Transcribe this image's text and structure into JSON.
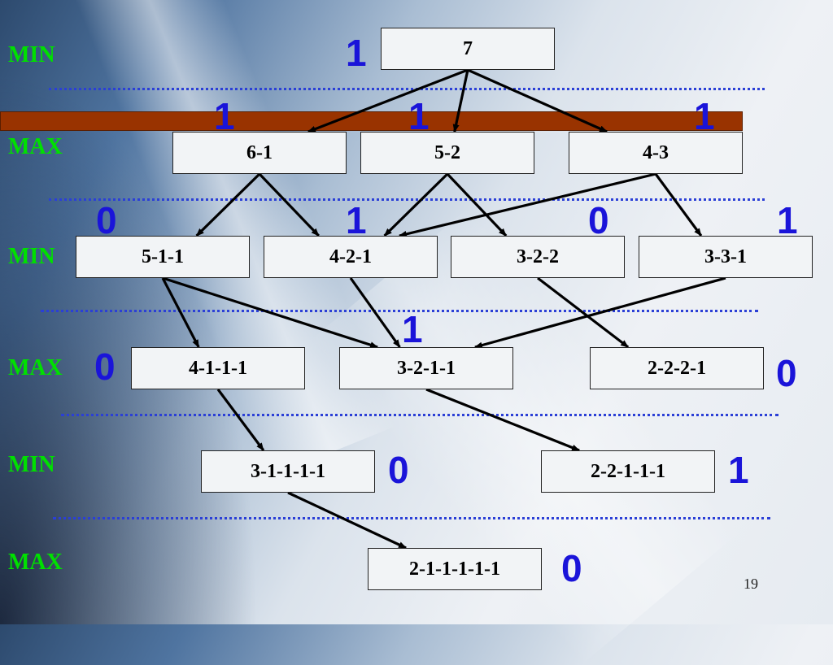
{
  "levels": {
    "l0": "MIN",
    "l1": "MAX",
    "l2": "MIN",
    "l3": "MAX",
    "l4": "MIN",
    "l5": "MAX"
  },
  "nodes": {
    "n7": {
      "label": "7",
      "value": "1"
    },
    "n61": {
      "label": "6-1",
      "value": "1"
    },
    "n52": {
      "label": "5-2",
      "value": "1"
    },
    "n43": {
      "label": "4-3",
      "value": "1"
    },
    "n511": {
      "label": "5-1-1",
      "value": "0"
    },
    "n421": {
      "label": "4-2-1",
      "value": "1"
    },
    "n322": {
      "label": "3-2-2",
      "value": "0"
    },
    "n331": {
      "label": "3-3-1",
      "value": "1"
    },
    "n4111": {
      "label": "4-1-1-1",
      "value": "0"
    },
    "n3211": {
      "label": "3-2-1-1",
      "value": "1"
    },
    "n2221": {
      "label": "2-2-2-1",
      "value": "0"
    },
    "n31111": {
      "label": "3-1-1-1-1",
      "value": "0"
    },
    "n22111": {
      "label": "2-2-1-1-1",
      "value": "1"
    },
    "n211111": {
      "label": "2-1-1-1-1-1",
      "value": "0"
    }
  },
  "edges": [
    [
      "n7",
      "n61"
    ],
    [
      "n7",
      "n52"
    ],
    [
      "n7",
      "n43"
    ],
    [
      "n61",
      "n511"
    ],
    [
      "n61",
      "n421"
    ],
    [
      "n52",
      "n421"
    ],
    [
      "n52",
      "n322"
    ],
    [
      "n43",
      "n421"
    ],
    [
      "n43",
      "n331"
    ],
    [
      "n511",
      "n4111"
    ],
    [
      "n511",
      "n3211"
    ],
    [
      "n421",
      "n3211"
    ],
    [
      "n322",
      "n2221"
    ],
    [
      "n331",
      "n3211"
    ],
    [
      "n4111",
      "n31111"
    ],
    [
      "n3211",
      "n22111"
    ],
    [
      "n31111",
      "n211111"
    ]
  ],
  "colors": {
    "level_label": "#00e000",
    "node_value": "#1a14d9",
    "separator": "#2b3fd6",
    "highlight_bar": "#993300"
  },
  "page_number": "19"
}
